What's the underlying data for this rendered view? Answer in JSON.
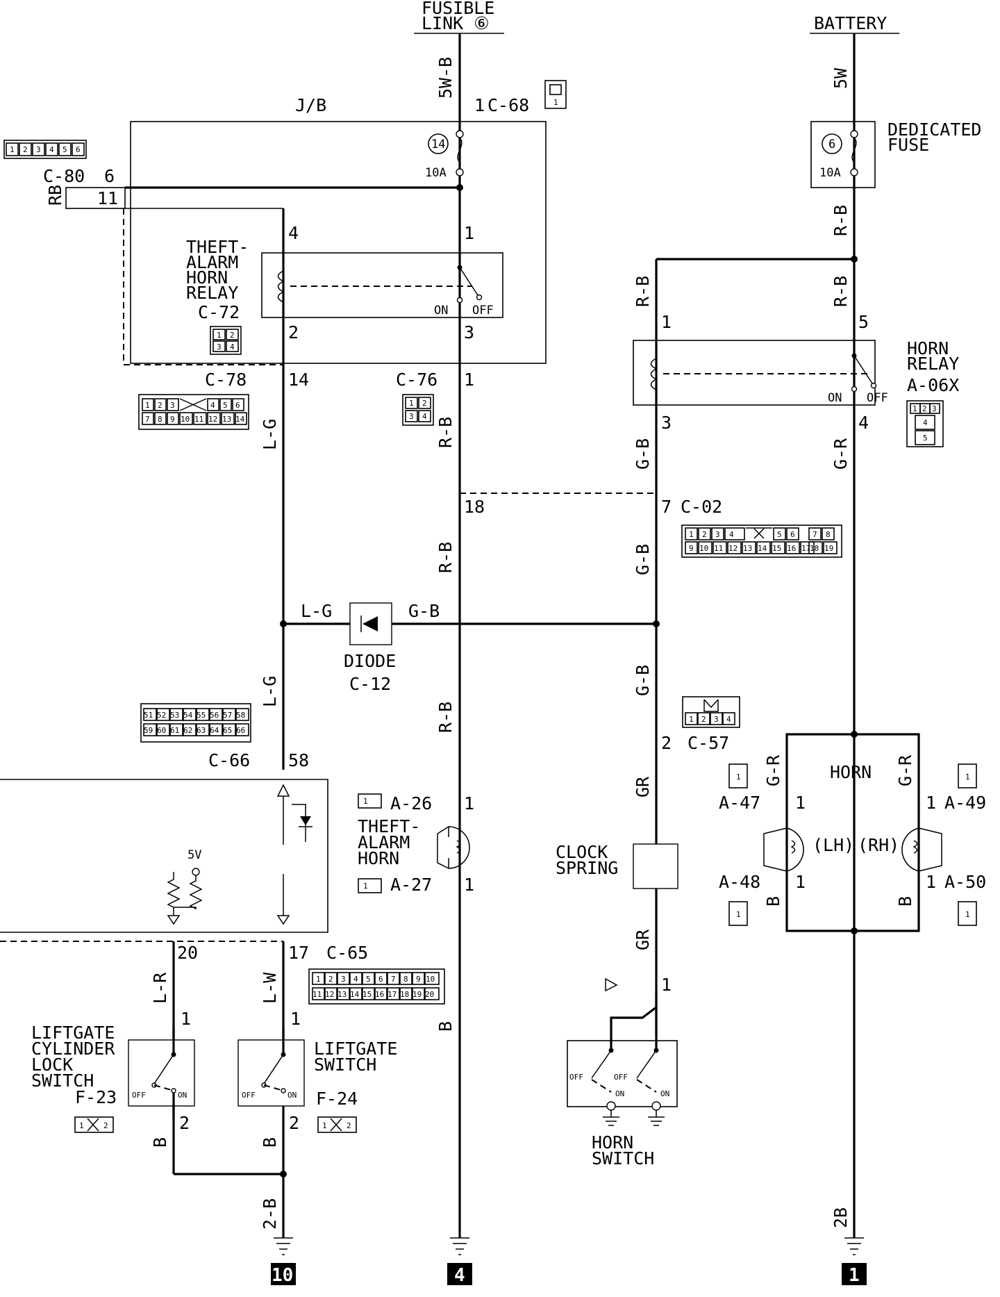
{
  "sources": {
    "fusible_link": [
      "FUSIBLE",
      "LINK ⑥"
    ],
    "battery": "BATTERY"
  },
  "junction_block": {
    "label": "J/B",
    "fuse_number": "14",
    "fuse_rating": "10A"
  },
  "dedicated_fuse": {
    "lines": [
      "DEDICATED",
      "FUSE"
    ],
    "number": "6",
    "rating": "10A"
  },
  "wires": {
    "w5wb": "5W-B",
    "w5w": "5W",
    "rb": "R-B",
    "rb_short": "RB",
    "lg": "L-G",
    "gb": "G-B",
    "gr": "G-R",
    "gr2": "GR",
    "b": "B",
    "lr": "L-R",
    "lw": "L-W",
    "b2": "2-B",
    "b2b": "2B"
  },
  "connectors": {
    "c68": "C-68",
    "c80": "C-80",
    "c72": "C-72",
    "c78": "C-78",
    "c76": "C-76",
    "c02": "C-02",
    "c12": "C-12",
    "c57": "C-57",
    "c66": "C-66",
    "c65": "C-65",
    "a06x": "A-06X",
    "a26": "A-26",
    "a27": "A-27",
    "a47": "A-47",
    "a48": "A-48",
    "a49": "A-49",
    "a50": "A-50",
    "f23": "F-23",
    "f24": "F-24"
  },
  "connector_grids": {
    "c80": [
      "1",
      "2",
      "3",
      "4",
      "5",
      "6"
    ],
    "c78_top": [
      "1",
      "2",
      "3",
      "",
      "4",
      "5",
      "6"
    ],
    "c78_bottom": [
      "7",
      "8",
      "9",
      "10",
      "11",
      "12",
      "13",
      "14"
    ],
    "c02_top": [
      "1",
      "2",
      "3",
      "4",
      "",
      "5",
      "6",
      "7",
      "8"
    ],
    "c02_bottom": [
      "9",
      "10",
      "11",
      "12",
      "13",
      "14",
      "15",
      "16",
      "17",
      "18",
      "19"
    ],
    "c66_top": [
      "51",
      "52",
      "53",
      "54",
      "55",
      "56",
      "57",
      "58"
    ],
    "c66_bottom": [
      "59",
      "60",
      "61",
      "62",
      "63",
      "64",
      "65",
      "66"
    ],
    "c65_top": [
      "1",
      "2",
      "3",
      "4",
      "5",
      "6",
      "7",
      "8",
      "9",
      "10"
    ],
    "c65_bottom": [
      "11",
      "12",
      "13",
      "14",
      "15",
      "16",
      "17",
      "18",
      "19",
      "20"
    ],
    "c57": [
      "1",
      "2",
      "3",
      "4"
    ],
    "c72": [
      "1",
      "2",
      "3",
      "4"
    ],
    "c76": [
      "1",
      "2",
      "3",
      "4"
    ],
    "a06x": [
      "1",
      "2",
      "3",
      "4",
      "5"
    ],
    "single": "1",
    "f23": [
      "1",
      "2"
    ],
    "f24": [
      "1",
      "2"
    ]
  },
  "pins": {
    "c68_1": "1",
    "c80_6": "6",
    "c80_11": "11",
    "relay1_4": "4",
    "relay1_1": "1",
    "relay1_2": "2",
    "relay1_3": "3",
    "c78_14": "14",
    "c76_1": "1",
    "c02_18": "18",
    "c02_7": "7",
    "relay2_1": "1",
    "relay2_5": "5",
    "relay2_3": "3",
    "relay2_4": "4",
    "c57_2": "2",
    "c66_58": "58",
    "c65_20": "20",
    "c65_17": "17",
    "a26_1": "1",
    "a27_1": "1",
    "clock_1": "1",
    "a47_1": "1",
    "a48_1": "1",
    "a49_1": "1",
    "a50_1": "1",
    "f23_1": "1",
    "f23_2": "2",
    "f24_1": "1",
    "f24_2": "2"
  },
  "components": {
    "theft_relay": [
      "THEFT-",
      "ALARM",
      "HORN",
      "RELAY"
    ],
    "horn_relay": [
      "HORN",
      "RELAY"
    ],
    "diode": "DIODE",
    "theft_horn": [
      "THEFT-",
      "ALARM",
      "HORN"
    ],
    "clock_spring": [
      "CLOCK",
      "SPRING"
    ],
    "horn": "HORN",
    "horn_lh": "(LH)",
    "horn_rh": "(RH)",
    "horn_switch": [
      "HORN",
      "SWITCH"
    ],
    "liftgate_cyl": [
      "LIFTGATE",
      "CYLINDER",
      "LOCK",
      "SWITCH"
    ],
    "liftgate_sw": [
      "LIFTGATE",
      "SWITCH"
    ],
    "five_v": "5V"
  },
  "switch_states": {
    "on": "ON",
    "off": "OFF"
  },
  "grounds": {
    "g10": "10",
    "g4": "4",
    "g1": "1"
  }
}
